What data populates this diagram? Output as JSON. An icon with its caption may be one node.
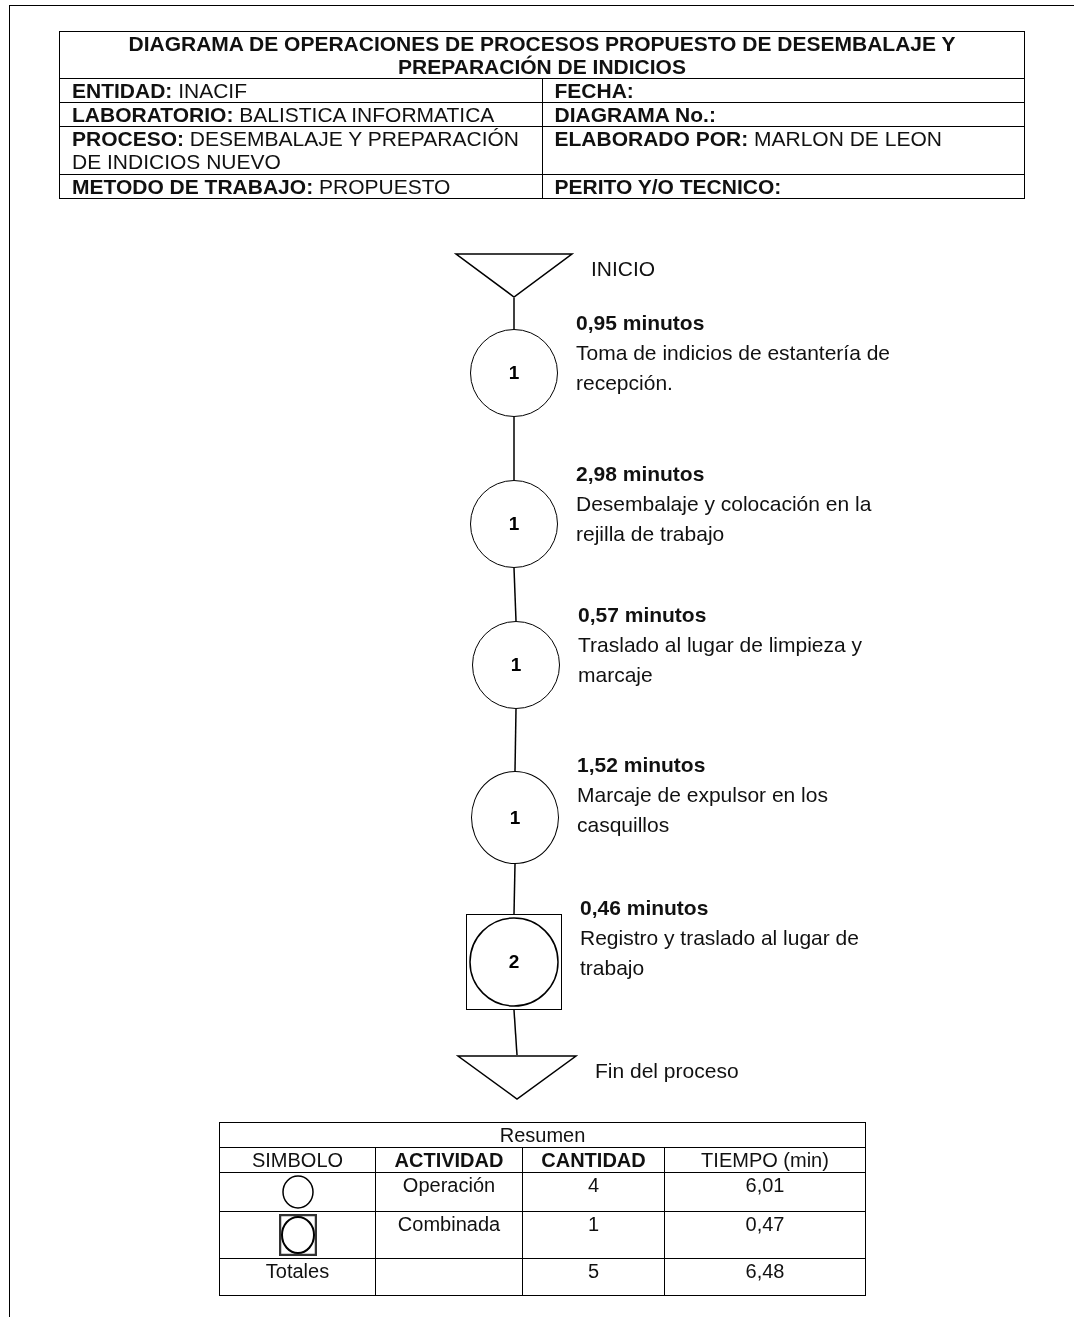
{
  "diagram": {
    "title": "DIAGRAMA DE OPERACIONES DE PROCESOS PROPUESTO DE DESEMBALAJE Y PREPARACIÓN DE INDICIOS",
    "nodes": [
      {
        "text": [],
        "shape": "triangle",
        "beside": [
          "INICIO"
        ]
      },
      {
        "text": [
          "1"
        ],
        "beside": [
          "0,95 minutos",
          "Toma de indicios de estantería de recepción."
        ]
      },
      {
        "text": [
          "1"
        ],
        "beside": [
          "2,98 minutos",
          "Desembalaje y colocación en la rejilla de trabajo"
        ]
      },
      {
        "text": [
          "1"
        ],
        "beside": [
          "0,57 minutos",
          "Traslado al lugar de limpieza y marcaje"
        ]
      },
      {
        "text": [
          "1"
        ],
        "beside": [
          "1,52 minutos",
          "Marcaje de expulsor en los casquillos"
        ]
      },
      {
        "text": [
          "2"
        ],
        "beside": [
          "0,46 minutos",
          "Registro y traslado al lugar de trabajo"
        ]
      },
      {
        "text": [],
        "shape": "triangle",
        "beside": [
          "Fin del proceso"
        ]
      }
    ],
    "edges": [
      {
        "from": 0,
        "to": 1,
        "arrow": "none"
      },
      {
        "from": 1,
        "to": 2,
        "arrow": "none"
      },
      {
        "from": 2,
        "to": 3,
        "arrow": "none"
      },
      {
        "from": 3,
        "to": 4,
        "arrow": "none"
      },
      {
        "from": 4,
        "to": 5,
        "arrow": "none"
      },
      {
        "from": 5,
        "to": 6,
        "arrow": "none"
      }
    ],
    "labels": [
      "**ENTIDAD:** INACIF",
      "**FECHA:**",
      "**LABORATORIO:** BALISTICA INFORMATICA",
      "**DIAGRAMA No.:**",
      "**PROCESO:** DESEMBALAJE Y PREPARACIÓN DE INDICIOS NUEVO",
      "**ELABORADO POR:** MARLON DE LEON",
      "**METODO DE TRABAJO:** PROPUESTO",
      "**PERITO Y/O TECNICO:**",
      "Resumen",
      "SIMBOLO",
      "ACTIVIDAD",
      "CANTIDAD",
      "TIEMPO (min)",
      "Operación",
      "4",
      "6,01",
      "Combinada",
      "1",
      "0,47",
      "Totales",
      "5",
      "6,48"
    ]
  }
}
